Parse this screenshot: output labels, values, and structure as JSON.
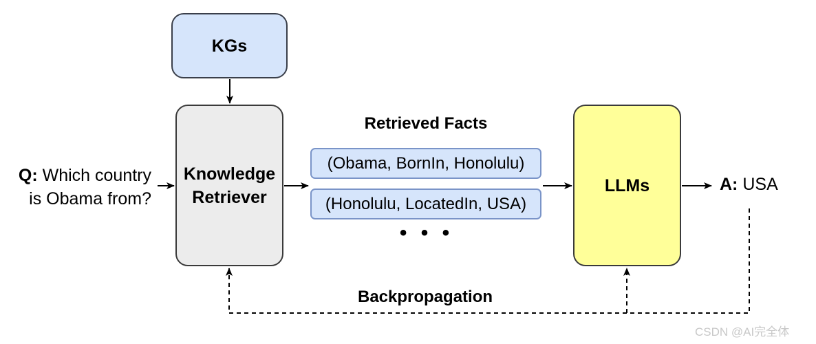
{
  "diagram": {
    "nodes": {
      "kgs": "KGs",
      "retriever_line1": "Knowledge",
      "retriever_line2": "Retriever",
      "llms": "LLMs"
    },
    "question": {
      "prefix": "Q:",
      "line1": "Which country",
      "line2": "is Obama from?"
    },
    "answer": {
      "prefix": "A:",
      "text": "USA"
    },
    "retrieved_facts": {
      "title": "Retrieved Facts",
      "items": [
        "(Obama, BornIn, Honolulu)",
        "(Honolulu, LocatedIn, USA)"
      ],
      "ellipsis": "• • •"
    },
    "feedback_label": "Backpropagation",
    "watermark": "CSDN @AI完全体"
  }
}
